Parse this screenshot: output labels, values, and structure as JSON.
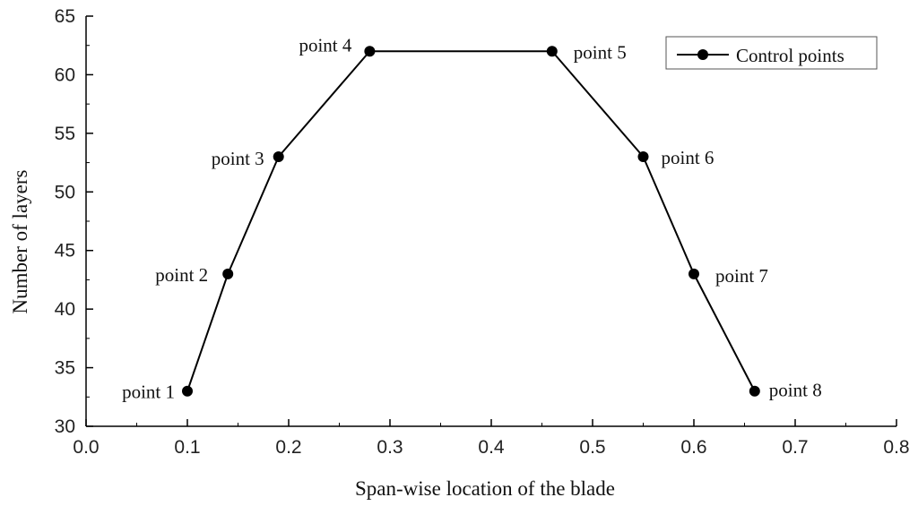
{
  "chart_data": {
    "type": "line",
    "xlabel": "Span-wise location of the blade",
    "ylabel": "Number of layers",
    "xlim": [
      0.0,
      0.8
    ],
    "ylim": [
      30,
      65
    ],
    "x_ticks": [
      "0.0",
      "0.1",
      "0.2",
      "0.3",
      "0.4",
      "0.5",
      "0.6",
      "0.7",
      "0.8"
    ],
    "y_ticks": [
      "30",
      "35",
      "40",
      "45",
      "50",
      "55",
      "60",
      "65"
    ],
    "grid": false,
    "legend_position": "top-right",
    "series": [
      {
        "name": "Control points",
        "x": [
          0.1,
          0.14,
          0.19,
          0.28,
          0.46,
          0.55,
          0.6,
          0.66
        ],
        "y": [
          33,
          43,
          53,
          62,
          62,
          53,
          43,
          33
        ],
        "labels": [
          "point 1",
          "point 2",
          "point 3",
          "point 4",
          "point 5",
          "point 6",
          "point 7",
          "point 8"
        ],
        "color": "#000000"
      }
    ]
  }
}
